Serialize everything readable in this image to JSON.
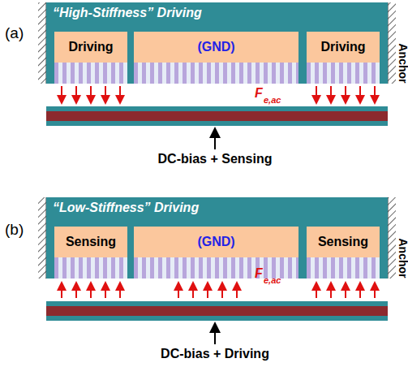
{
  "diagram": {
    "nodes": [
      {
        "text": [
          "“High-Stiffness” Driving"
        ]
      },
      {
        "text": [
          "Driving"
        ],
        "in": 0
      },
      {
        "text": [
          "(GND)"
        ],
        "in": 0
      },
      {
        "text": [
          "Driving"
        ],
        "in": 0
      },
      {
        "text": [
          "“Low-Stiffness” Driving"
        ]
      },
      {
        "text": [
          "Sensing"
        ],
        "in": 4
      },
      {
        "text": [
          "(GND)"
        ],
        "in": 4
      },
      {
        "text": [
          "Sensing"
        ],
        "in": 4
      }
    ],
    "labels": [
      "(a)",
      "F",
      "e,ac",
      "DC-bias + Sensing",
      "Anchor",
      "(b)",
      "F",
      "e,ac",
      "DC-bias + Driving",
      "Anchor"
    ]
  }
}
